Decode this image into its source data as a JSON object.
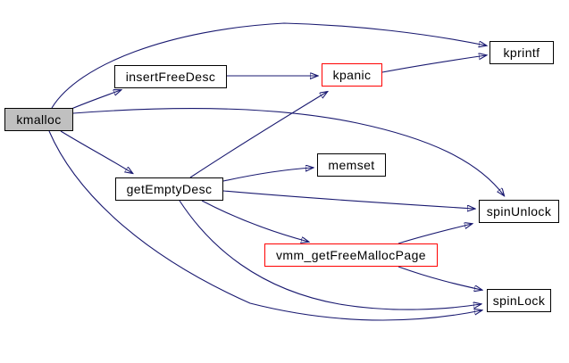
{
  "diagram": {
    "kind": "call-graph",
    "background_color": "#ffffff",
    "edge_color": "#191970",
    "node_border_color": "#000000",
    "highlight_border_color": "#ff0000",
    "root_fill_color": "#c0c0c0",
    "nodes": [
      {
        "id": "kmalloc",
        "label": "kmalloc",
        "fill": "#c0c0c0",
        "border": "#000000"
      },
      {
        "id": "insertFreeDesc",
        "label": "insertFreeDesc",
        "fill": "#ffffff",
        "border": "#000000"
      },
      {
        "id": "kpanic",
        "label": "kpanic",
        "fill": "#ffffff",
        "border": "#ff0000"
      },
      {
        "id": "kprintf",
        "label": "kprintf",
        "fill": "#ffffff",
        "border": "#000000"
      },
      {
        "id": "getEmptyDesc",
        "label": "getEmptyDesc",
        "fill": "#ffffff",
        "border": "#000000"
      },
      {
        "id": "memset",
        "label": "memset",
        "fill": "#ffffff",
        "border": "#000000"
      },
      {
        "id": "spinUnlock",
        "label": "spinUnlock",
        "fill": "#ffffff",
        "border": "#000000"
      },
      {
        "id": "vmm_getFreeMallocPage",
        "label": "vmm_getFreeMallocPage",
        "fill": "#ffffff",
        "border": "#ff0000"
      },
      {
        "id": "spinLock",
        "label": "spinLock",
        "fill": "#ffffff",
        "border": "#000000"
      }
    ],
    "edges": [
      {
        "from": "kmalloc",
        "to": "kprintf"
      },
      {
        "from": "kmalloc",
        "to": "insertFreeDesc"
      },
      {
        "from": "kmalloc",
        "to": "getEmptyDesc"
      },
      {
        "from": "kmalloc",
        "to": "spinUnlock"
      },
      {
        "from": "kmalloc",
        "to": "spinLock"
      },
      {
        "from": "insertFreeDesc",
        "to": "kpanic"
      },
      {
        "from": "kpanic",
        "to": "kprintf"
      },
      {
        "from": "getEmptyDesc",
        "to": "kpanic"
      },
      {
        "from": "getEmptyDesc",
        "to": "memset"
      },
      {
        "from": "getEmptyDesc",
        "to": "spinUnlock"
      },
      {
        "from": "getEmptyDesc",
        "to": "vmm_getFreeMallocPage"
      },
      {
        "from": "getEmptyDesc",
        "to": "spinLock"
      },
      {
        "from": "vmm_getFreeMallocPage",
        "to": "spinUnlock"
      },
      {
        "from": "vmm_getFreeMallocPage",
        "to": "spinLock"
      }
    ]
  }
}
